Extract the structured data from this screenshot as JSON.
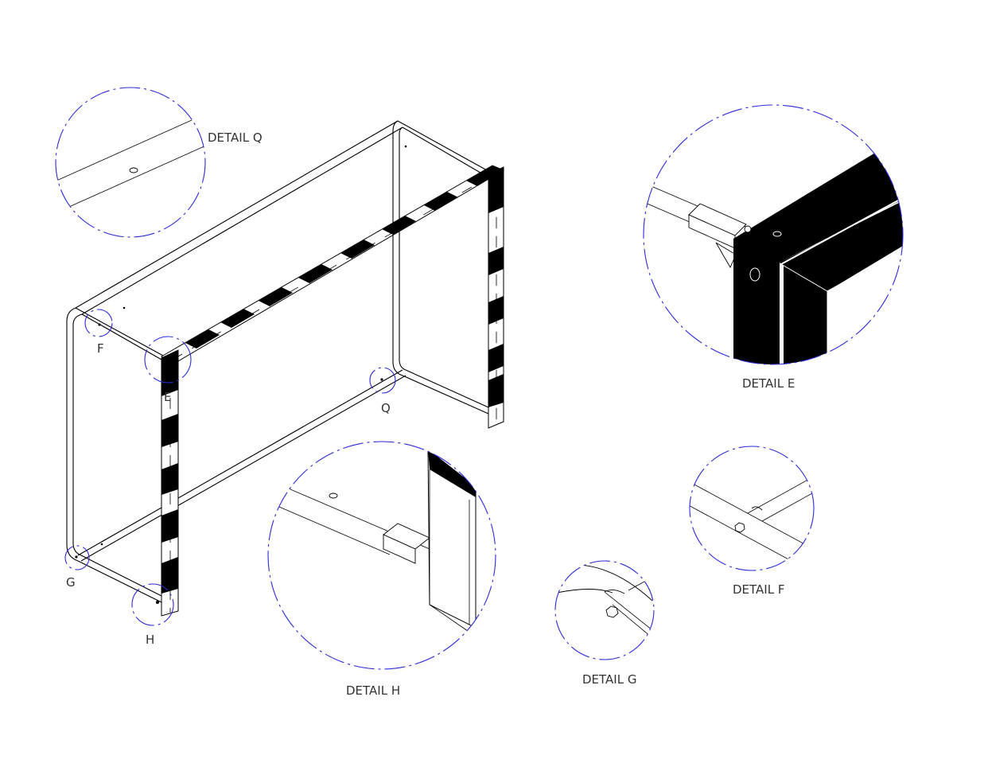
{
  "labels": {
    "callouts": [
      "F",
      "E",
      "Q",
      "G",
      "H"
    ],
    "details": [
      "DETAIL Q",
      "DETAIL E",
      "DETAIL F",
      "DETAIL H",
      "DETAIL G"
    ]
  },
  "colors": {
    "detail_circle": "#2b2bd9",
    "line": "#000000",
    "text": "#333333",
    "background": "#ffffff"
  }
}
